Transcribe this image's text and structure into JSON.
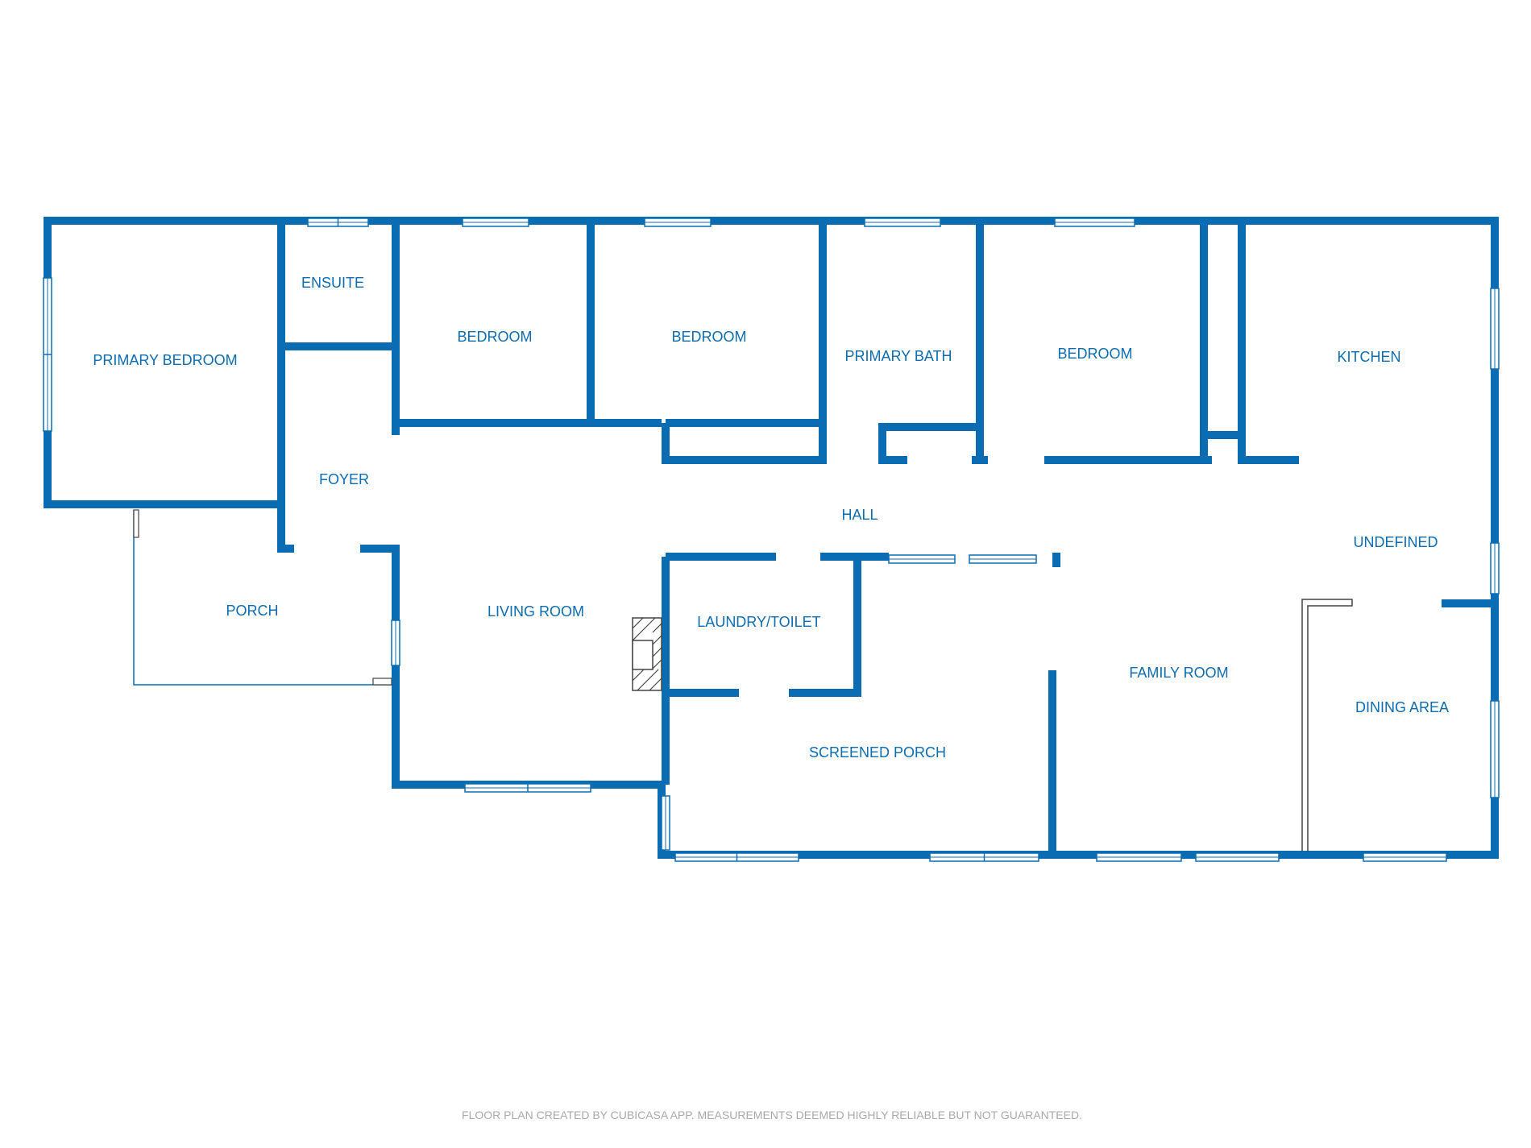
{
  "colors": {
    "wall": "#0a6db3",
    "label": "#0b6cb0",
    "window_frame": "#0a6db3",
    "fixture": "#444444",
    "footer": "#a9a9a9",
    "background": "#ffffff"
  },
  "rooms": {
    "primary_bedroom": "PRIMARY BEDROOM",
    "ensuite": "ENSUITE",
    "bedroom_1": "BEDROOM",
    "bedroom_2": "BEDROOM",
    "primary_bath": "PRIMARY BATH",
    "bedroom_3": "BEDROOM",
    "kitchen": "KITCHEN",
    "foyer": "FOYER",
    "hall": "HALL",
    "undefined": "UNDEFINED",
    "porch": "PORCH",
    "living_room": "LIVING ROOM",
    "laundry_toilet": "LAUNDRY/TOILET",
    "family_room": "FAMILY ROOM",
    "dining_area": "DINING AREA",
    "screened_porch": "SCREENED PORCH"
  },
  "footer": {
    "credit": "FLOOR PLAN CREATED BY CUBICASA APP. MEASUREMENTS DEEMED HIGHLY RELIABLE BUT NOT GUARANTEED."
  },
  "icons": {
    "fireplace": "fireplace-icon"
  }
}
